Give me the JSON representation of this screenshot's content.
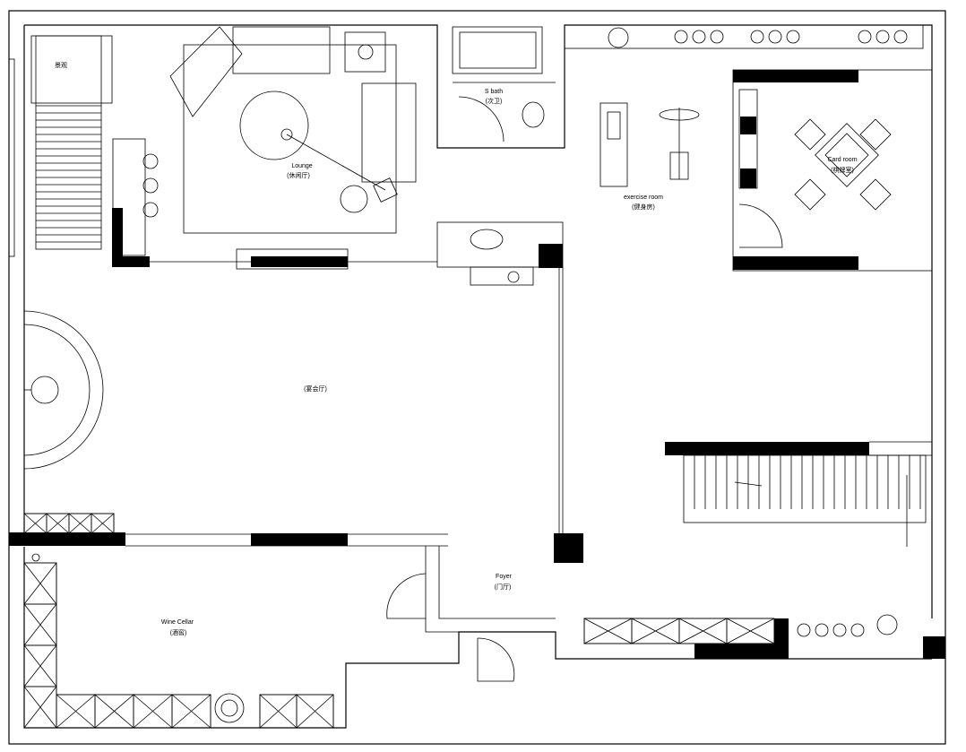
{
  "plan": {
    "rooms": {
      "lounge": {
        "en": "Lounge",
        "cn": "(休闲厅)"
      },
      "s_bath": {
        "en": "S bath",
        "cn": "(次卫)"
      },
      "exercise": {
        "en": "exercise room",
        "cn": "(健身房)"
      },
      "card_room": {
        "en": "Card room",
        "cn": "(棋牌室)"
      },
      "hall": {
        "cn": "(宴会厅)"
      },
      "foyer": {
        "en": "Foyer",
        "cn": "(门厅)"
      },
      "wine_cellar": {
        "en": "Wine Cellar",
        "cn": "(酒窖)"
      },
      "landscape": {
        "cn": "景观"
      }
    }
  }
}
